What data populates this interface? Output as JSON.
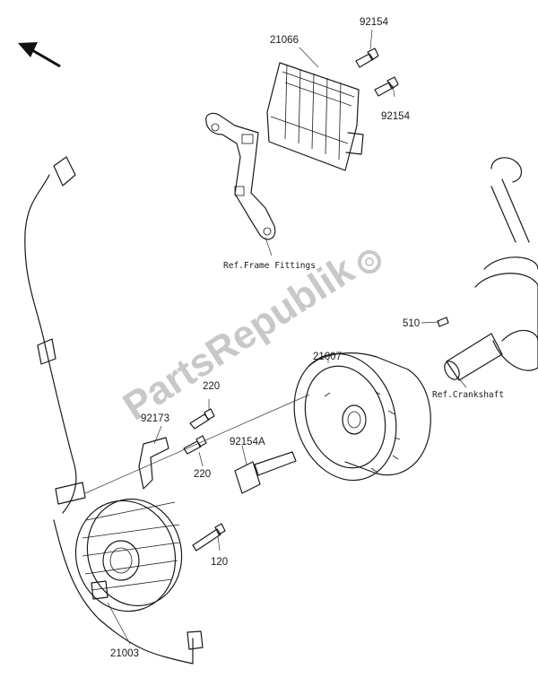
{
  "watermark": "PartsRepublik",
  "labels": {
    "p92154_top": "92154",
    "p21066": "21066",
    "p92154_right": "92154",
    "ref_frame": "Ref.Frame Fittings",
    "p510": "510",
    "p21007": "21007",
    "ref_crank": "Ref.Crankshaft",
    "p220_top": "220",
    "p92173": "92173",
    "p92154A": "92154A",
    "p220_bottom": "220",
    "p120": "120",
    "p21003": "21003"
  }
}
